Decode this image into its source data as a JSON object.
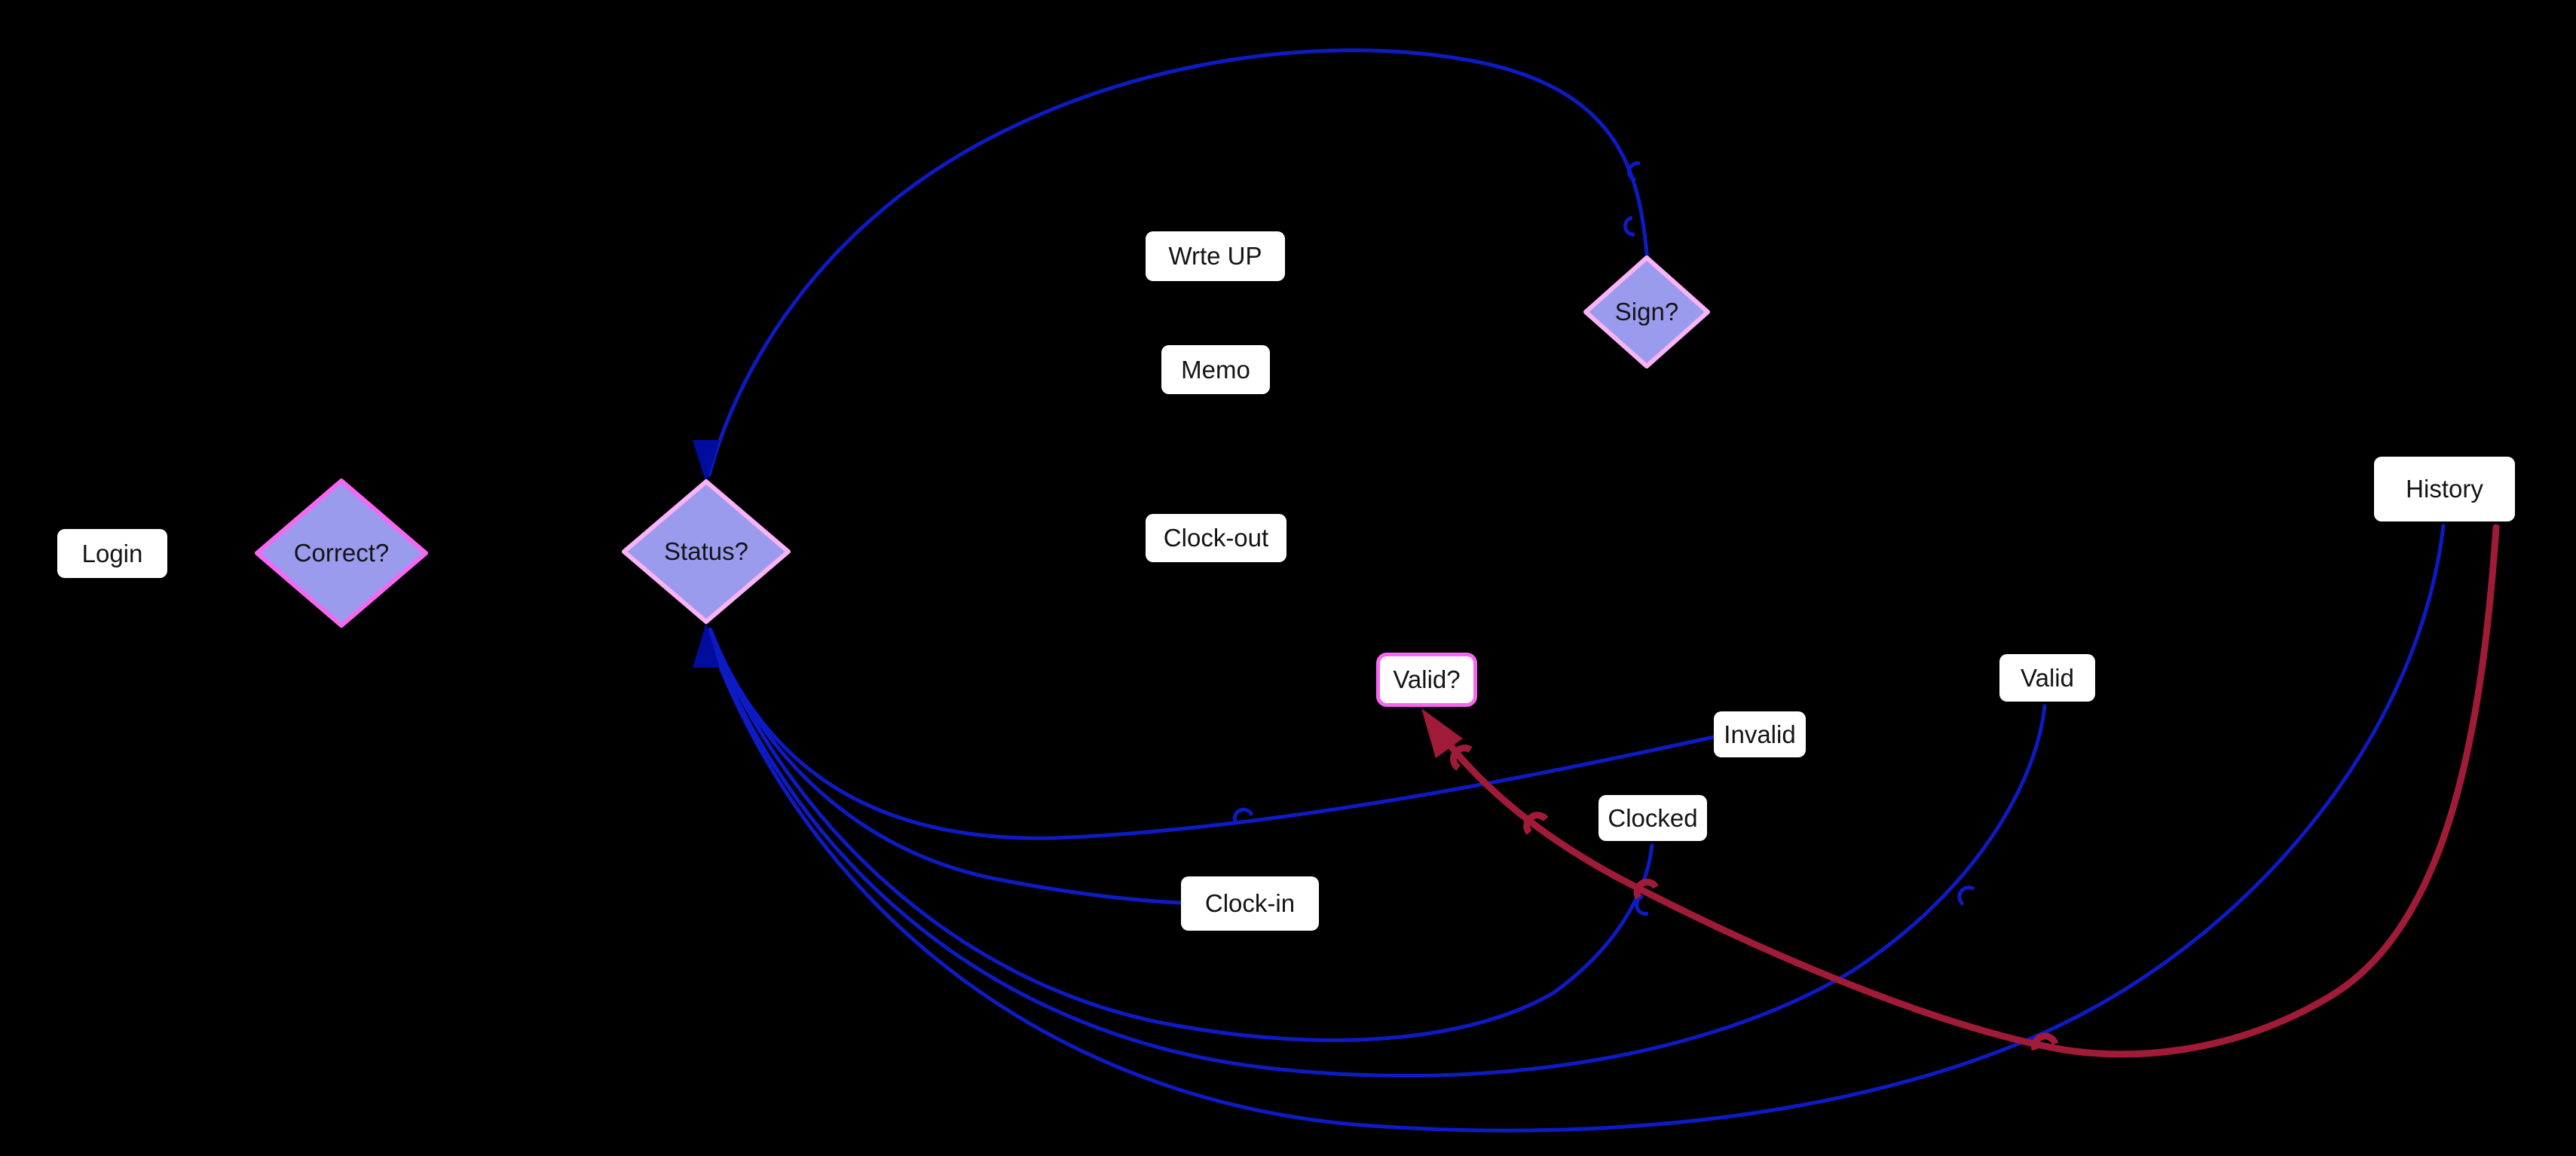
{
  "diagram": {
    "background": "#000000",
    "colors": {
      "edge_blue": "#0d1bc4",
      "edge_red": "#a01b38",
      "arrow_blue": "#000d9c",
      "diamond_fill": "#9b9bee",
      "diamond_border_bright_pink": "#f767f2",
      "diamond_border_soft_pink": "#f9b3f7",
      "box_fill": "#ffffff",
      "text": "#141414"
    },
    "nodes": [
      {
        "id": "login",
        "label": "Login",
        "type": "process"
      },
      {
        "id": "correct",
        "label": "Correct?",
        "type": "decision"
      },
      {
        "id": "status",
        "label": "Status?",
        "type": "decision"
      },
      {
        "id": "wrte-up",
        "label": "Wrte UP",
        "type": "process"
      },
      {
        "id": "memo",
        "label": "Memo",
        "type": "process"
      },
      {
        "id": "clock-out",
        "label": "Clock-out",
        "type": "process"
      },
      {
        "id": "sign",
        "label": "Sign?",
        "type": "decision"
      },
      {
        "id": "valid-q",
        "label": "Valid?",
        "type": "process-pink-border"
      },
      {
        "id": "invalid",
        "label": "Invalid",
        "type": "process"
      },
      {
        "id": "clocked",
        "label": "Clocked",
        "type": "process"
      },
      {
        "id": "clock-in",
        "label": "Clock-in",
        "type": "process"
      },
      {
        "id": "valid",
        "label": "Valid",
        "type": "process"
      },
      {
        "id": "history",
        "label": "History",
        "type": "process"
      }
    ],
    "edges": [
      {
        "from": "Sign?",
        "to": "Status?",
        "color": "#0d1bc4",
        "arrow_at": "Status? top"
      },
      {
        "from": "Invalid",
        "to": "Status?",
        "color": "#0d1bc4",
        "arrow_at": "Status? bottom"
      },
      {
        "from": "Clock-in",
        "to": "Status?",
        "color": "#0d1bc4",
        "arrow_at": "Status? bottom"
      },
      {
        "from": "Clocked",
        "to": "Status?",
        "color": "#0d1bc4",
        "arrow_at": "Status? bottom"
      },
      {
        "from": "Valid",
        "to": "Status?",
        "color": "#0d1bc4",
        "arrow_at": "Status? bottom"
      },
      {
        "from": "History",
        "to": "Status?",
        "color": "#0d1bc4",
        "arrow_at": "Status? bottom"
      },
      {
        "from": "History",
        "to": "Valid?",
        "color": "#a01b38",
        "arrow_at": "Valid? bottom"
      }
    ]
  }
}
